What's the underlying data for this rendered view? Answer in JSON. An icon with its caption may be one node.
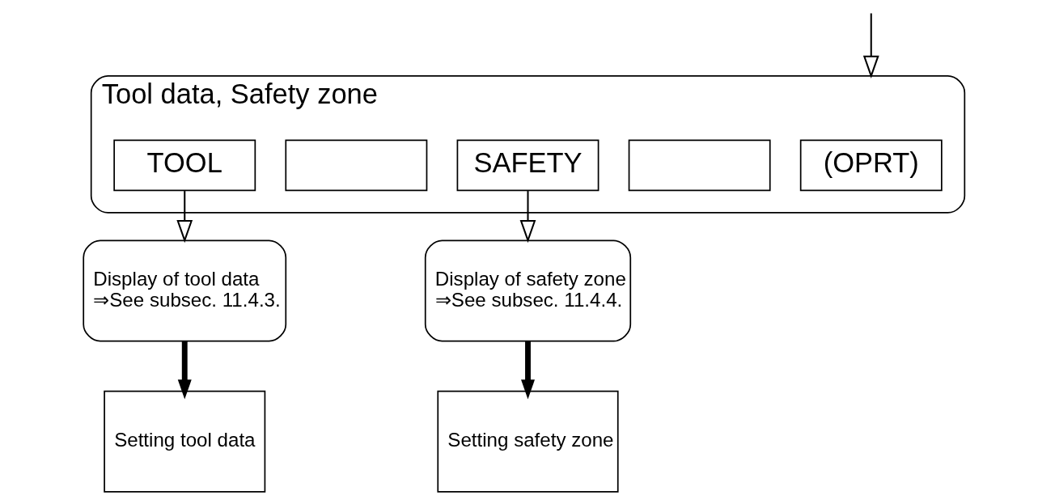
{
  "diagram": {
    "nodes": [
      {
        "text": [
          "Tool data, Safety zone"
        ]
      },
      {
        "text": [
          "TOOL"
        ],
        "in": 0
      },
      {
        "text": [],
        "shape": "box",
        "in": 0
      },
      {
        "text": [
          "SAFETY"
        ],
        "in": 0
      },
      {
        "text": [],
        "shape": "box",
        "in": 0
      },
      {
        "text": [
          "(OPRT)"
        ],
        "in": 0
      },
      {
        "text": [
          "Display of tool data",
          "⇒See subsec. 11.4.3."
        ]
      },
      {
        "text": [
          "Display of safety zone",
          "⇒See subsec. 11.4.4."
        ]
      },
      {
        "text": [
          "Setting tool data"
        ]
      },
      {
        "text": [
          "Setting safety zone"
        ]
      }
    ],
    "edges": [
      {
        "from": null,
        "to": 0,
        "arrow": "to"
      },
      {
        "from": 1,
        "to": 6,
        "arrow": "to"
      },
      {
        "from": 3,
        "to": 7,
        "arrow": "to"
      },
      {
        "from": 6,
        "to": 8,
        "arrow": "to",
        "style": "thick"
      },
      {
        "from": 7,
        "to": 9,
        "arrow": "to",
        "style": "thick"
      }
    ]
  }
}
